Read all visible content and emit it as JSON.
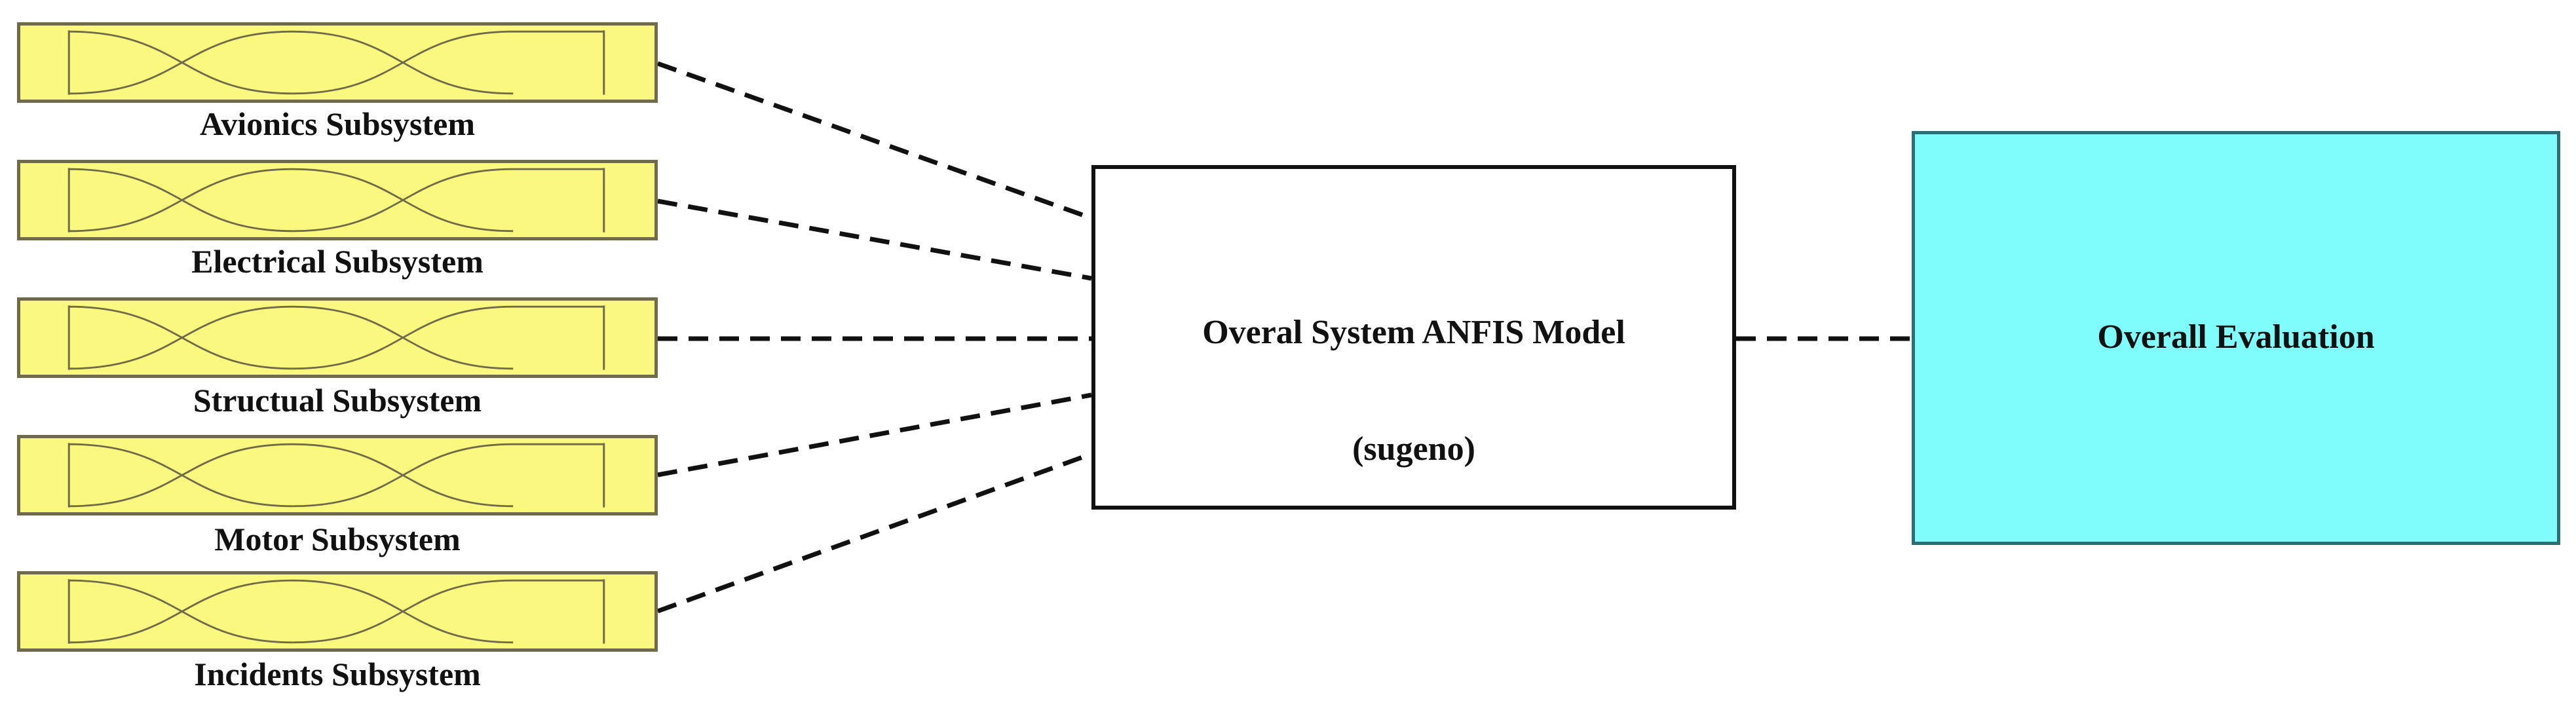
{
  "inputs": [
    {
      "label": "Avionics Subsystem"
    },
    {
      "label": "Electrical Subsystem"
    },
    {
      "label": "Structual Subsystem"
    },
    {
      "label": "Motor Subsystem"
    },
    {
      "label": "Incidents Subsystem"
    }
  ],
  "model": {
    "title": "Overal System ANFIS Model",
    "subtitle": "(sugeno)"
  },
  "output": {
    "title": "Overall Evaluation"
  },
  "colors": {
    "input_fill": "#fbf87f",
    "output_fill": "#7ffdfd",
    "line": "#111111"
  }
}
